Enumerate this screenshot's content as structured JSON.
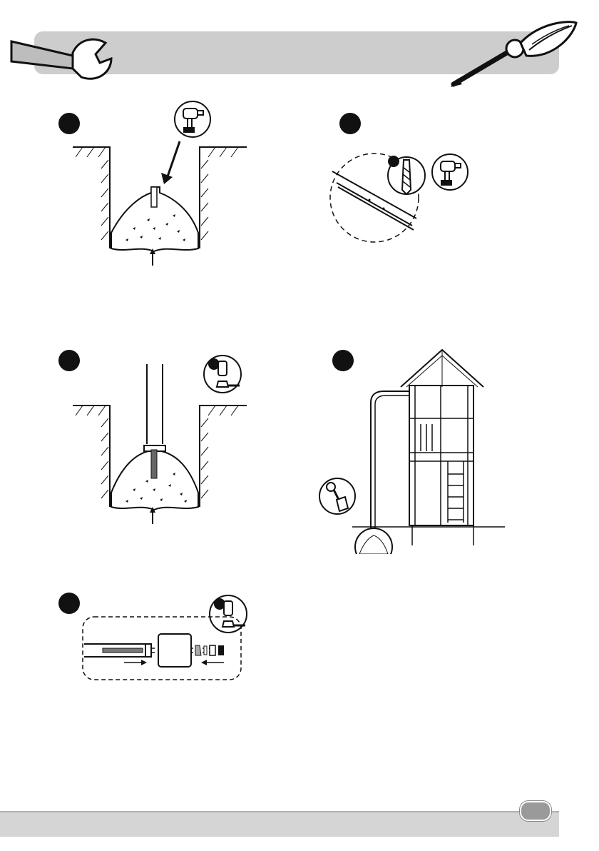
{
  "header": {
    "wrench": "wrench-icon",
    "brush": "paintbrush-icon"
  },
  "steps": [
    {
      "icon": "drill-icon",
      "content": "pit-with-concrete-footing"
    },
    {
      "icon": "drill-icon",
      "secondary_icon": "drill-bit-icon",
      "content": "beam-detail-circle"
    },
    {
      "icon": "wrench-socket-icon",
      "content": "post-anchored-in-footing"
    },
    {
      "icon": "shovel-icon",
      "content": "play-tower-with-slide-anchor"
    },
    {
      "icon": "wrench-socket-icon",
      "content": "bolt-assembly"
    }
  ],
  "footer": {
    "page_indicator": "page-number-pill"
  },
  "colors": {
    "bars": "#cdcdcd",
    "ink": "#111111"
  }
}
